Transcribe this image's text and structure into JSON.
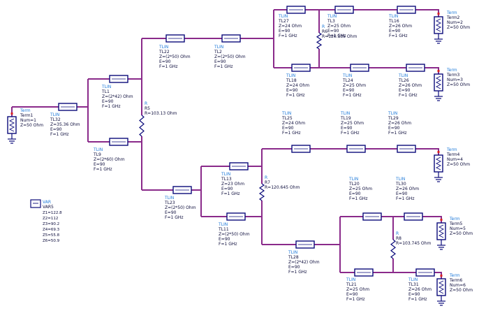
{
  "tlines": [
    {
      "id": "TL32",
      "type": "TLIN",
      "z": "Z=35.36 Ohm",
      "e": "E=90",
      "f": "F=1 GHz"
    },
    {
      "id": "TL1",
      "type": "TLIN",
      "z": "Z=(2*42) Ohm",
      "e": "E=90",
      "f": "F=1 GHz"
    },
    {
      "id": "TL9",
      "type": "TLIN",
      "z": "Z=(2*60) Ohm",
      "e": "E=90",
      "f": "F=1 GHz"
    },
    {
      "id": "TL22",
      "type": "TLIN",
      "z": "Z=(2*50) Ohm",
      "e": "E=90",
      "f": "F=1 GHz"
    },
    {
      "id": "TL2",
      "type": "TLIN",
      "z": "Z=(2*50) Ohm",
      "e": "E=90",
      "f": "F=1 GHz"
    },
    {
      "id": "TL27",
      "type": "TLIN",
      "z": "Z=24 Ohm",
      "e": "E=90",
      "f": "F=1 GHz"
    },
    {
      "id": "TL3",
      "type": "TLIN",
      "z": "Z=25 Ohm",
      "e": "E=90",
      "f": "F=1 GHz"
    },
    {
      "id": "TL16",
      "type": "TLIN",
      "z": "Z=26 Ohm",
      "e": "E=90",
      "f": "F=1 GHz"
    },
    {
      "id": "TL18",
      "type": "TLIN",
      "z": "Z=24 Ohm",
      "e": "E=90",
      "f": "F=1 GHz"
    },
    {
      "id": "TL24",
      "type": "TLIN",
      "z": "Z=25 Ohm",
      "e": "E=90",
      "f": "F=1 GHz"
    },
    {
      "id": "TL26",
      "type": "TLIN",
      "z": "Z=26 Ohm",
      "e": "E=90",
      "f": "F=1 GHz"
    },
    {
      "id": "TL25",
      "type": "TLIN",
      "z": "Z=24 Ohm",
      "e": "E=90",
      "f": "F=1 GHz"
    },
    {
      "id": "TL19",
      "type": "TLIN",
      "z": "Z=25 Ohm",
      "e": "E=90",
      "f": "F=1 GHz"
    },
    {
      "id": "TL29",
      "type": "TLIN",
      "z": "Z=26 Ohm",
      "e": "E=90",
      "f": "F=1 GHz"
    },
    {
      "id": "TL23",
      "type": "TLIN",
      "z": "Z=(2*50) Ohm",
      "e": "E=90",
      "f": "F=1 GHz"
    },
    {
      "id": "TL13",
      "type": "TLIN",
      "z": "Z=23 Ohm",
      "e": "E=90",
      "f": "F=1 GHz"
    },
    {
      "id": "TL11",
      "type": "TLIN",
      "z": "Z=(2*50) Ohm",
      "e": "E=90",
      "f": "F=1 GHz"
    },
    {
      "id": "TL20",
      "type": "TLIN",
      "z": "Z=25 Ohm",
      "e": "E=90",
      "f": "F=1 GHz"
    },
    {
      "id": "TL30",
      "type": "TLIN",
      "z": "Z=26 Ohm",
      "e": "E=90",
      "f": "F=1 GHz"
    },
    {
      "id": "TL28",
      "type": "TLIN",
      "z": "Z=(2*42) Ohm",
      "e": "E=90",
      "f": "F=1 GHz"
    },
    {
      "id": "TL21",
      "type": "TLIN",
      "z": "Z=25 Ohm",
      "e": "E=90",
      "f": "F=1 GHz"
    },
    {
      "id": "TL31",
      "type": "TLIN",
      "z": "Z=26 Ohm",
      "e": "E=90",
      "f": "F=1 GHz"
    }
  ],
  "resistors": [
    {
      "id": "R5",
      "type": "R",
      "r": "R=103.13 Ohm"
    },
    {
      "id": "R6",
      "type": "R",
      "r": "R=120.135 Ohm"
    },
    {
      "id": "R7",
      "type": "R",
      "r": "R=120.645 Ohm"
    },
    {
      "id": "R8",
      "type": "R",
      "r": "R=103.745 Ohm"
    }
  ],
  "terms": [
    {
      "type": "Term",
      "id": "Term1",
      "num": "Num=1",
      "z": "Z=50 Ohm"
    },
    {
      "type": "Term",
      "id": "Term2",
      "num": "Num=2",
      "z": "Z=50 Ohm"
    },
    {
      "type": "Term",
      "id": "Term3",
      "num": "Num=3",
      "z": "Z=50 Ohm"
    },
    {
      "type": "Term",
      "id": "Term4",
      "num": "Num=4",
      "z": "Z=50 Ohm"
    },
    {
      "type": "Term",
      "id": "Term5",
      "num": "Num=5",
      "z": "Z=50 Ohm"
    },
    {
      "type": "Term",
      "id": "Term6",
      "num": "Num=6",
      "z": "Z=50 Ohm"
    }
  ],
  "var_block": {
    "label": "VAR",
    "id": "VAR5",
    "lines": [
      "Z1=122.8",
      "Z2=112",
      "Z3=90.2",
      "Z4=69.3",
      "Z5=55.8",
      "Z6=50.9"
    ]
  },
  "colors": {
    "wire": "#8a2a8a",
    "component": "#0a0a7a",
    "type_label": "#1e7ad9",
    "pin": "#d92020"
  }
}
